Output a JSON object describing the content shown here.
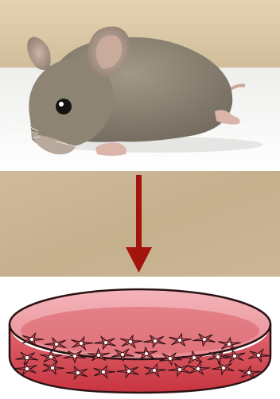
{
  "figure": {
    "description_items": [
      {
        "key": "mouse",
        "icon": "mouse-photo"
      },
      {
        "key": "arrow",
        "icon": "arrow-down-icon"
      },
      {
        "key": "dish",
        "icon": "petri-dish-icon"
      }
    ]
  },
  "colors": {
    "wall": "#d9c7a6",
    "arrow_bg": "#c9b594",
    "arrow": "#a3140c",
    "medium": "#d14b55",
    "medium_light": "#f0a9ae",
    "dish_outline": "#2a1214",
    "cell": "#2a1214",
    "nucleus": "#ffffff"
  }
}
